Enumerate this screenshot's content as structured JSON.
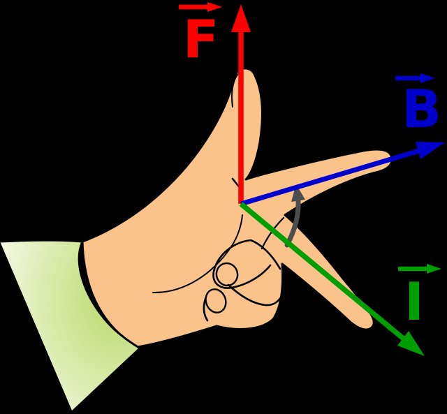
{
  "scene": {
    "background_color": "#000000"
  },
  "vectors": {
    "force": {
      "label": "F",
      "color": "#ff0000"
    },
    "magnetic_field": {
      "label": "B",
      "color": "#0000cc"
    },
    "current": {
      "label": "I",
      "color": "#009e00"
    }
  },
  "rotation_arrow": {
    "color": "#4d4d4d"
  },
  "hand": {
    "skin_color": "#fac38c",
    "outline_color": "#000000",
    "sleeve_color_green": "#b9d76b",
    "sleeve_color_mid": "#d9eaa9",
    "sleeve_color_light": "#ffffff"
  }
}
